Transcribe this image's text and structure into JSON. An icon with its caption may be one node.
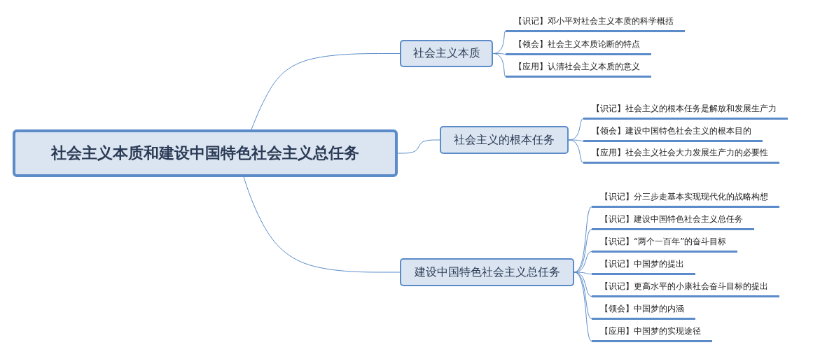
{
  "diagram": {
    "nodes": [
      {
        "text": [
          "社会主义本质和建设中国特色社会主义总任务"
        ]
      },
      {
        "text": [
          "社会主义本质"
        ]
      },
      {
        "text": [
          "【识记】邓小平对社会主义本质的科学概括"
        ]
      },
      {
        "text": [
          "【领会】社会主义本质论断的特点"
        ]
      },
      {
        "text": [
          "【应用】认清社会主义本质的意义"
        ]
      },
      {
        "text": [
          "社会主义的根本任务"
        ]
      },
      {
        "text": [
          "【识记】社会主义的根本任务是解放和发展生产力"
        ]
      },
      {
        "text": [
          "【领会】建设中国特色社会主义的根本目的"
        ]
      },
      {
        "text": [
          "【应用】社会主义社会大力发展生产力的必要性"
        ]
      },
      {
        "text": [
          "建设中国特色社会主义总任务"
        ]
      },
      {
        "text": [
          "【识记】分三步走基本实现现代化的战略构想"
        ]
      },
      {
        "text": [
          "【识记】建设中国特色社会主义总任务"
        ]
      },
      {
        "text": [
          "【识记】“两个一百年”的奋斗目标"
        ]
      },
      {
        "text": [
          "【识记】中国梦的提出"
        ]
      },
      {
        "text": [
          "【识记】更高水平的小康社会奋斗目标的提出"
        ]
      },
      {
        "text": [
          "【领会】中国梦的内涵"
        ]
      },
      {
        "text": [
          "【应用】中国梦的实现途径"
        ]
      }
    ],
    "edges": [
      {
        "from": 0,
        "to": 1,
        "arrow": "none"
      },
      {
        "from": 1,
        "to": 2,
        "arrow": "none"
      },
      {
        "from": 1,
        "to": 3,
        "arrow": "none"
      },
      {
        "from": 1,
        "to": 4,
        "arrow": "none"
      },
      {
        "from": 0,
        "to": 5,
        "arrow": "none"
      },
      {
        "from": 5,
        "to": 6,
        "arrow": "none"
      },
      {
        "from": 5,
        "to": 7,
        "arrow": "none"
      },
      {
        "from": 5,
        "to": 8,
        "arrow": "none"
      },
      {
        "from": 0,
        "to": 9,
        "arrow": "none"
      },
      {
        "from": 9,
        "to": 10,
        "arrow": "none"
      },
      {
        "from": 9,
        "to": 11,
        "arrow": "none"
      },
      {
        "from": 9,
        "to": 12,
        "arrow": "none"
      },
      {
        "from": 9,
        "to": 13,
        "arrow": "none"
      },
      {
        "from": 9,
        "to": 14,
        "arrow": "none"
      },
      {
        "from": 9,
        "to": 15,
        "arrow": "none"
      },
      {
        "from": 9,
        "to": 16,
        "arrow": "none"
      }
    ]
  }
}
